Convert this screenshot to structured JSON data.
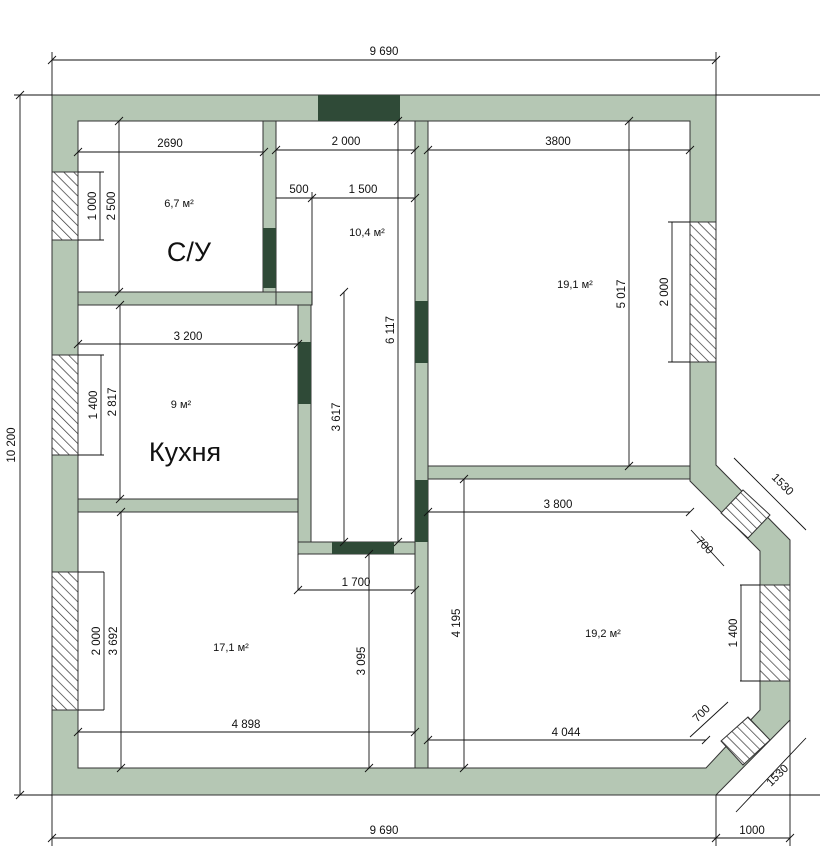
{
  "colors": {
    "wall": "#b5c7b4",
    "door": "#2f4a37",
    "window_hatch": "#333333",
    "line": "#111111",
    "background": "#ffffff"
  },
  "dimensions": {
    "top_total": "9 690",
    "bottom_total": "9 690",
    "bottom_extra": "1000",
    "left_total": "10 200",
    "wc_width": "2690",
    "hall_width": "2 000",
    "hall_door_offset": "500",
    "hall_inner_width": "1 500",
    "bed1_width": "3800",
    "wc_window": "1 000",
    "wc_height": "2 500",
    "hall_height": "6 117",
    "bed1_height": "5 017",
    "bed1_window": "2 000",
    "kitchen_width": "3 200",
    "kitchen_window": "1 400",
    "kitchen_height": "2 817",
    "corridor_height": "3 617",
    "bay_top_len": "1530",
    "bay_top_window": "700",
    "living_width": "3 800",
    "corridor_width": "1 700",
    "bed3_window": "2 000",
    "bed3_height": "3 692",
    "room3_height": "3 095",
    "living_height": "4 195",
    "bay_window": "1 400",
    "bed3_width": "4 898",
    "living_bottom_width": "4 044",
    "bay_bottom_window": "700",
    "bay_bottom_len": "1530"
  },
  "rooms": {
    "wc": {
      "area": "6,7 м²",
      "name": "С/У"
    },
    "hall": {
      "area": "10,4 м²"
    },
    "bedroom1": {
      "area": "19,1 м²"
    },
    "kitchen": {
      "area": "9 м²",
      "name": "Кухня"
    },
    "bedroom3": {
      "area": "17,1 м²"
    },
    "living": {
      "area": "19,2 м²"
    }
  }
}
